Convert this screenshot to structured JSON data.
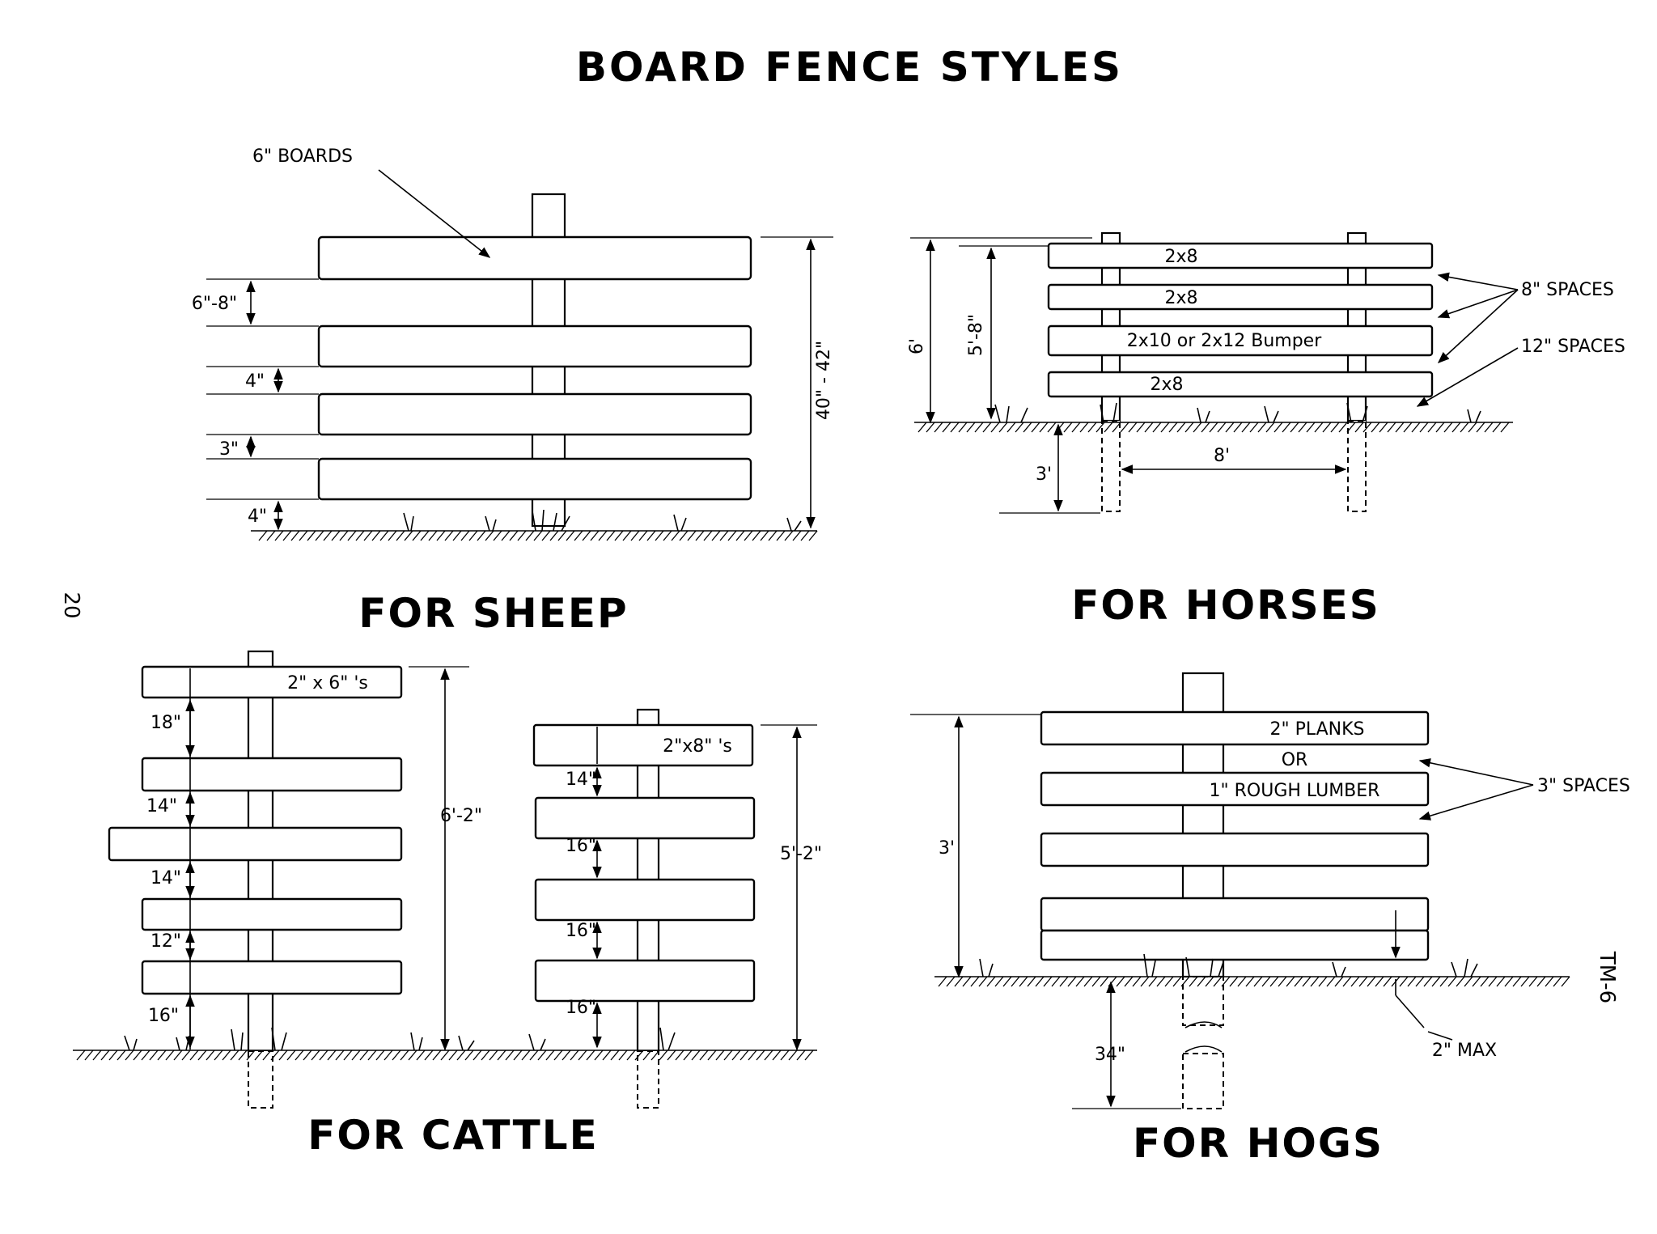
{
  "title": "BOARD FENCE STYLES",
  "page_number": "20",
  "side_code": "TM-6",
  "sheep": {
    "label": "FOR SHEEP",
    "boards_note": "6\" BOARDS",
    "gap_top": "6\"-8\"",
    "gap_mid": "4\"",
    "gap_low": "3\"",
    "ground_gap": "4\"",
    "height": "40\" - 42\""
  },
  "horses": {
    "label": "FOR HORSES",
    "board1": "2x8",
    "board2": "2x8",
    "board3": "2x10 or 2x12 Bumper",
    "board4": "2x8",
    "spaces_8": "8\" SPACES",
    "spaces_12": "12\" SPACES",
    "height_total": "6'",
    "height_top": "5'-8\"",
    "depth": "3'",
    "span": "8'"
  },
  "cattle": {
    "label": "FOR CATTLE",
    "left_board": "2\" x 6\" 's",
    "right_board": "2\"x8\" 's",
    "left_gaps": [
      "18\"",
      "14\"",
      "14\"",
      "12\"",
      "16\""
    ],
    "right_gaps": [
      "14\"",
      "16\"",
      "16\"",
      "16\""
    ],
    "left_height": "6'-2\"",
    "right_height": "5'-2\""
  },
  "hogs": {
    "label": "FOR HOGS",
    "plank1": "2\" PLANKS",
    "plank_or": "OR",
    "plank2": "1\" ROUGH LUMBER",
    "spaces": "3\" SPACES",
    "height": "3'",
    "depth": "34\"",
    "max_gap": "2\" MAX"
  }
}
